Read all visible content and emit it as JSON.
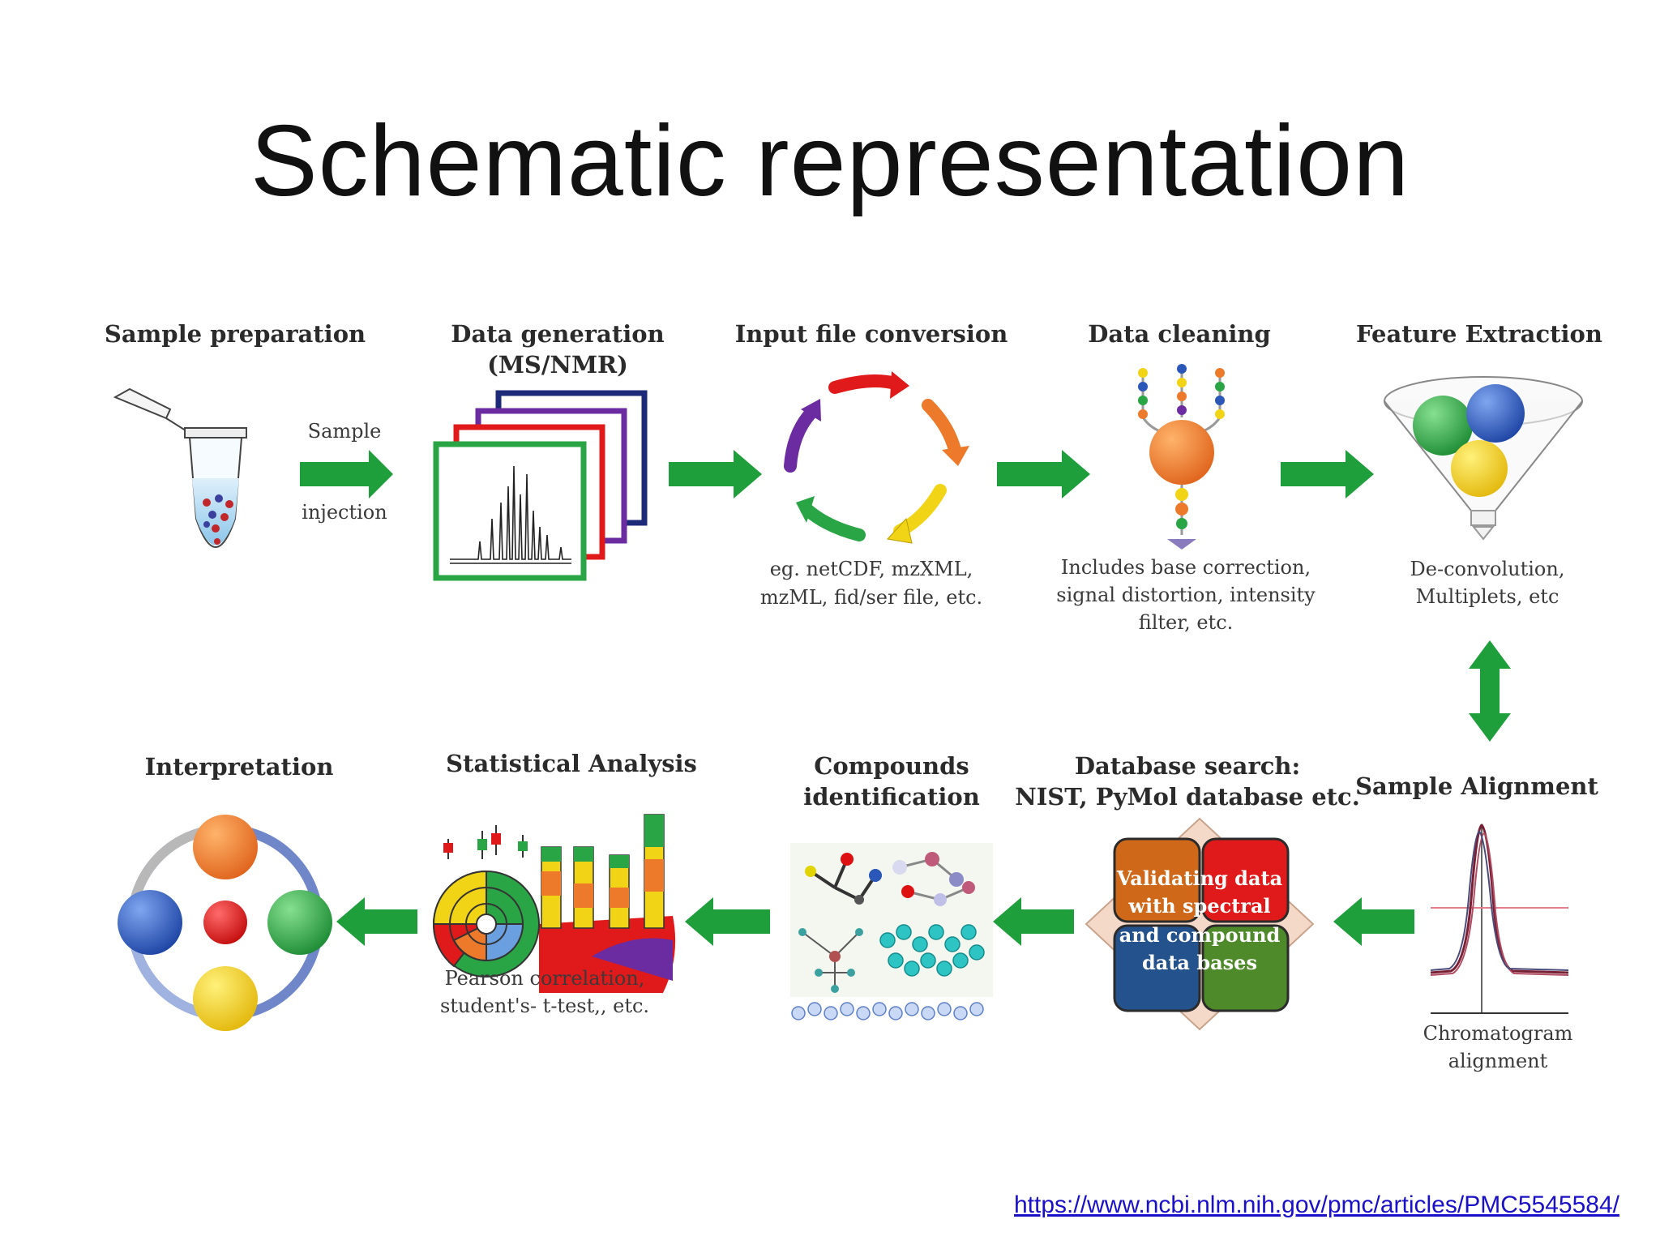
{
  "title": "Schematic representation",
  "source_link": "https://www.ncbi.nlm.nih.gov/pmc/articles/PMC5545584/",
  "colors": {
    "arrow_green": "#1f9e3c",
    "red": "#e01a1a",
    "orange": "#ec7a2a",
    "yellow": "#f2d416",
    "blue": "#2a57b8",
    "green": "#2aa546",
    "purple": "#6a2ca0",
    "link": "#1a10c8"
  },
  "steps": {
    "sample_preparation": {
      "label": "Sample preparation"
    },
    "sample_injection": {
      "label_line1": "Sample",
      "label_line2": "injection"
    },
    "data_generation": {
      "label_line1": "Data generation",
      "label_line2": "(MS/NMR)"
    },
    "input_file_conversion": {
      "label": "Input file conversion",
      "note_line1": "eg. netCDF,  mzXML,",
      "note_line2": "mzML, fid/ser file, etc."
    },
    "data_cleaning": {
      "label": "Data cleaning",
      "note_line1": "Includes base correction,",
      "note_line2": "signal distortion, intensity",
      "note_line3": "filter, etc."
    },
    "feature_extraction": {
      "label": "Feature Extraction",
      "note_line1": "De-convolution,",
      "note_line2": "Multiplets, etc"
    },
    "sample_alignment": {
      "label": "Sample Alignment",
      "note_line1": "Chromatogram",
      "note_line2": "alignment"
    },
    "database_search": {
      "label_line1": "Database search:",
      "label_line2": "NIST, PyMol database etc.",
      "overlay_line1": "Validating data",
      "overlay_line2": "with spectral",
      "overlay_line3": "and compound",
      "overlay_line4": "data bases"
    },
    "compounds_identification": {
      "label_line1": "Compounds",
      "label_line2": "identification"
    },
    "statistical_analysis": {
      "label": "Statistical Analysis",
      "note_line1": "Pearson correlation,",
      "note_line2": "student's- t-test,, etc."
    },
    "interpretation": {
      "label": "Interpretation"
    }
  }
}
